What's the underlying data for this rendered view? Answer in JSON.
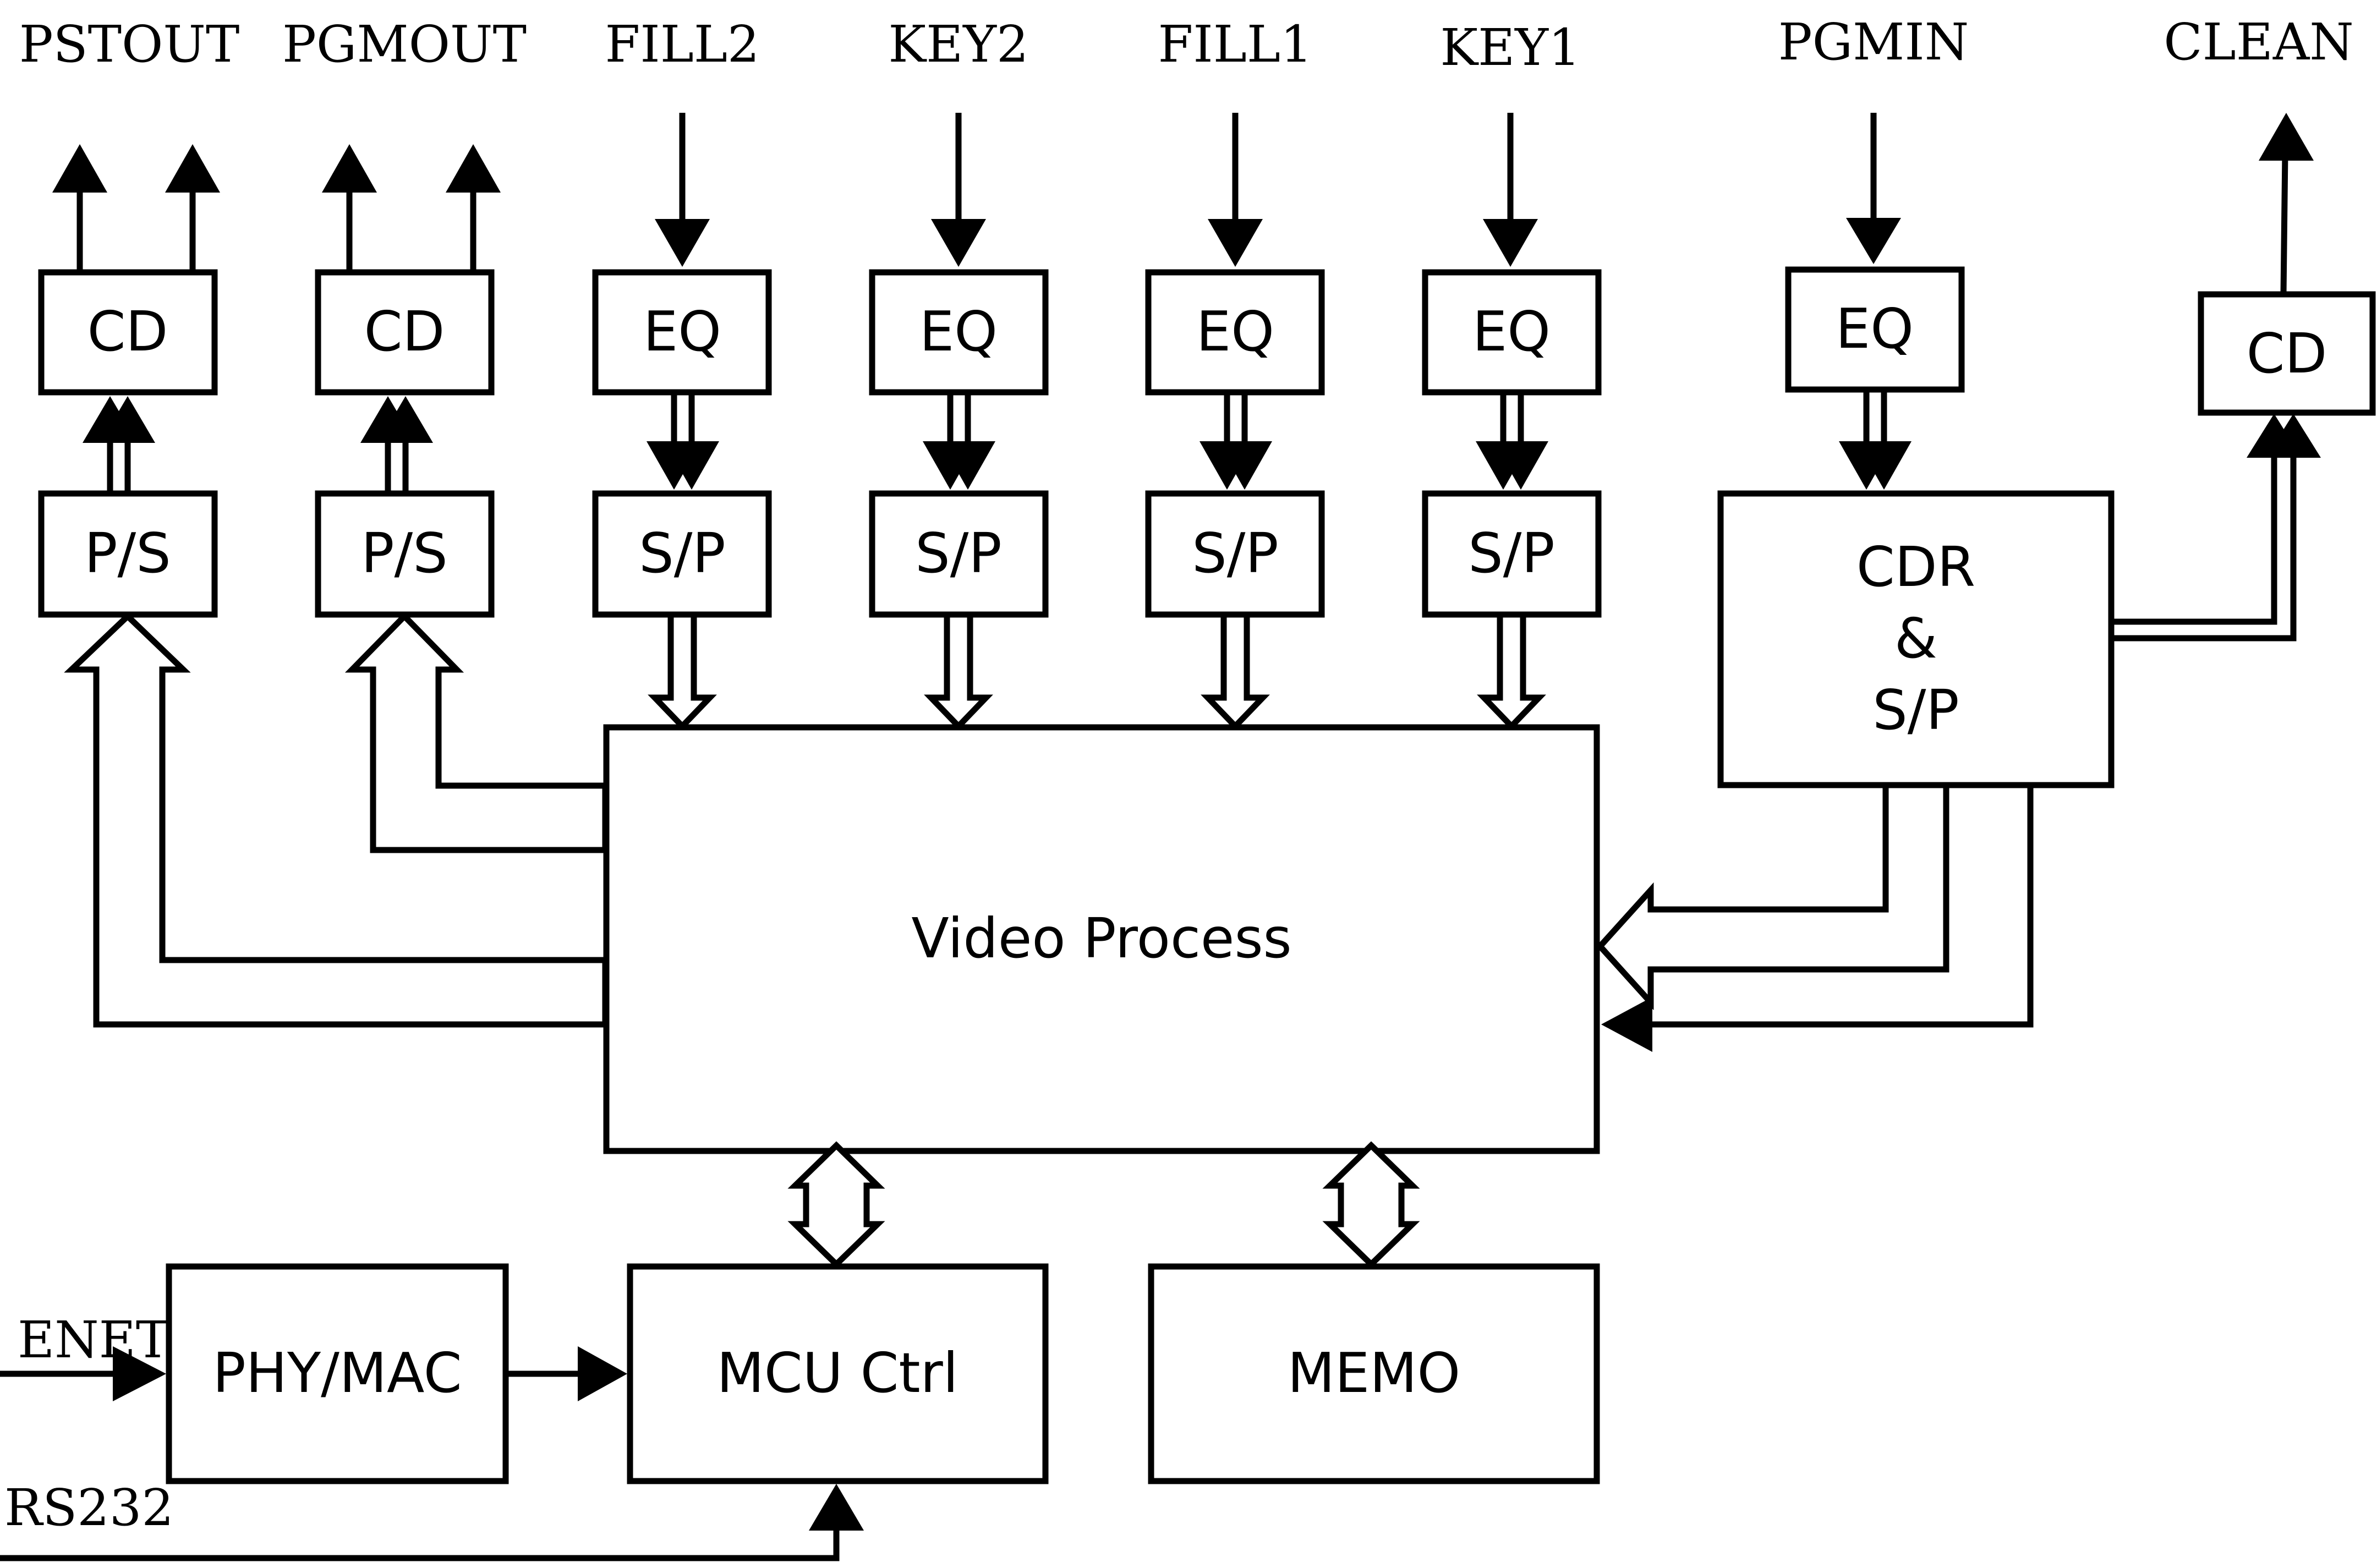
{
  "signals": {
    "pstout": "PSTOUT",
    "pgmout": "PGMOUT",
    "fill2": "FILL2",
    "key2": "KEY2",
    "fill1": "FILL1",
    "key1": "KEY1",
    "pgmin": "PGMIN",
    "clean": "CLEAN",
    "enet": "ENET",
    "rs232": "RS232"
  },
  "blocks": {
    "cd_pstout": "CD",
    "cd_pgmout": "CD",
    "cd_clean": "CD",
    "ps_pstout": "P/S",
    "ps_pgmout": "P/S",
    "eq_fill2": "EQ",
    "eq_key2": "EQ",
    "eq_fill1": "EQ",
    "eq_key1": "EQ",
    "eq_pgmin": "EQ",
    "sp_fill2": "S/P",
    "sp_key2": "S/P",
    "sp_fill1": "S/P",
    "sp_key1": "S/P",
    "cdr_line1": "CDR",
    "cdr_line2": "&",
    "cdr_line3": "S/P",
    "video_process": "Video Process",
    "phy_mac": "PHY/MAC",
    "mcu_ctrl": "MCU Ctrl",
    "memo": "MEMO"
  }
}
